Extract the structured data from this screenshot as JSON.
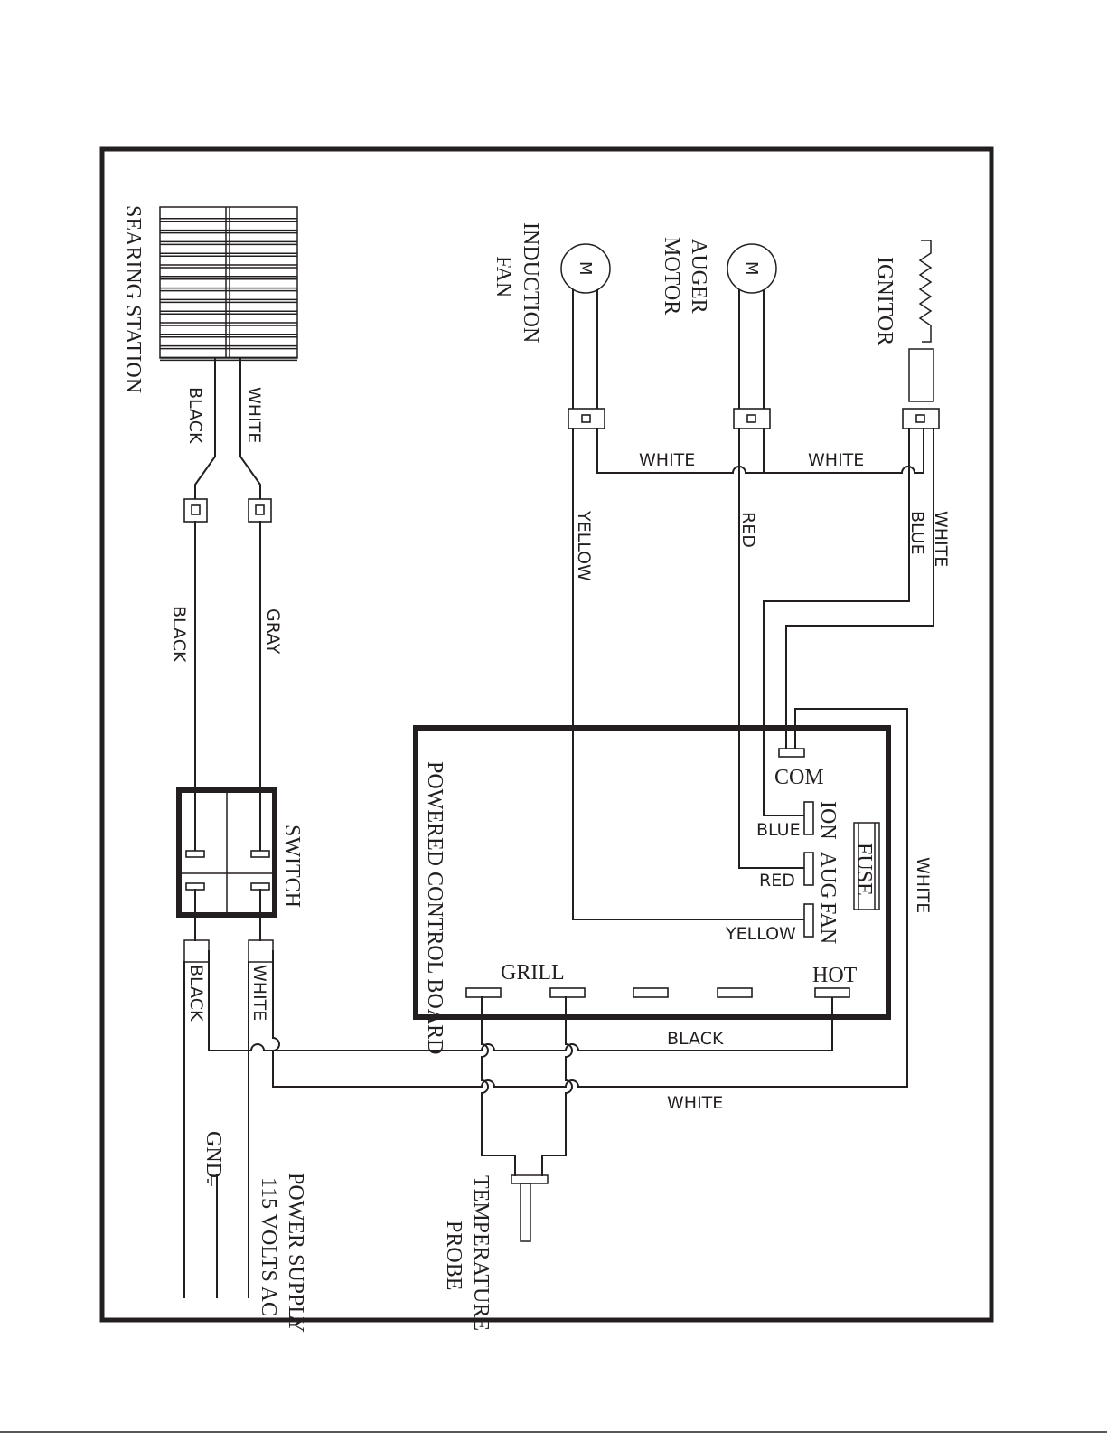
{
  "components": {
    "searing_station": "SEARING STATION",
    "induction_fan": [
      "INDUCTION",
      "FAN"
    ],
    "auger_motor": [
      "AUGER",
      "MOTOR"
    ],
    "ignitor": "IGNITOR",
    "motor_symbol": "M",
    "switch": "SWITCH",
    "control_board": "POWERED CONTROL BOARD",
    "fuse": "FUSE",
    "temperature_probe": [
      "TEMPERATURE",
      "PROBE"
    ],
    "power_supply": [
      "POWER SUPPLY",
      "115 VOLTS AC"
    ],
    "ground": "GND"
  },
  "terminals": {
    "com": "COM",
    "ion": "ION",
    "aug": "AUG",
    "fan": "FAN",
    "grill": "GRILL",
    "hot": "HOT"
  },
  "wire_labels": {
    "sear_black": "BLACK",
    "sear_white": "WHITE",
    "lead_black": "BLACK",
    "lead_gray": "GRAY",
    "common_white_fan": "WHITE",
    "common_white_ign": "WHITE",
    "fan_yellow": "YELLOW",
    "auger_red": "RED",
    "ign_blue": "BLUE",
    "ign_white": "WHITE",
    "board_blue": "BLUE",
    "board_red": "RED",
    "board_yellow": "YELLOW",
    "supply_black": "BLACK",
    "supply_white": "WHITE",
    "hot_black": "BLACK",
    "neutral_white": "WHITE",
    "com_white": "WHITE"
  }
}
